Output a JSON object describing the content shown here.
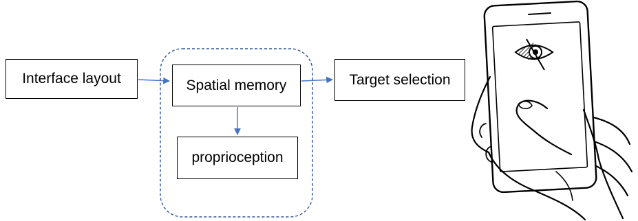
{
  "diagram": {
    "nodes": {
      "interface_layout": "Interface layout",
      "spatial_memory": "Spatial memory",
      "proprioception": "proprioception",
      "target_selection": "Target selection"
    },
    "edges": [
      {
        "from": "interface_layout",
        "to": "spatial_memory"
      },
      {
        "from": "spatial_memory",
        "to": "target_selection"
      },
      {
        "from": "spatial_memory",
        "to": "proprioception"
      }
    ],
    "group": {
      "members": [
        "spatial_memory",
        "proprioception"
      ],
      "style": "dashed"
    },
    "illustration": {
      "subject": "hand holding phone",
      "icon": "eye-slash-icon"
    },
    "colors": {
      "arrow": "#4472C4",
      "group_border": "#2F5597",
      "box_border": "#000000"
    }
  }
}
